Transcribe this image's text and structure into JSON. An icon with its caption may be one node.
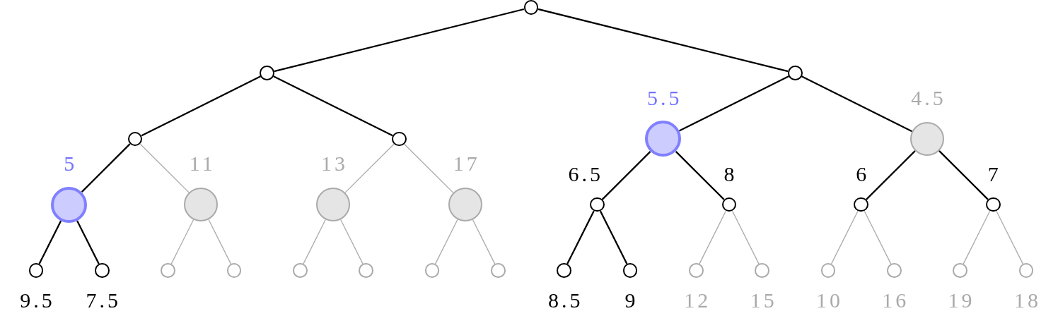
{
  "diagram": {
    "nodes": [
      {
        "text": [],
        "shape": "circle"
      },
      {
        "text": [],
        "shape": "circle"
      },
      {
        "text": [],
        "shape": "circle"
      },
      {
        "text": [],
        "shape": "circle"
      },
      {
        "text": [],
        "shape": "circle"
      },
      {
        "text": [],
        "shape": "circle",
        "beside": [
          "5.5"
        ]
      },
      {
        "text": [],
        "shape": "circle",
        "beside": [
          "4.5"
        ]
      },
      {
        "text": [],
        "shape": "circle",
        "beside": [
          "5"
        ]
      },
      {
        "text": [],
        "shape": "circle",
        "beside": [
          "11"
        ]
      },
      {
        "text": [],
        "shape": "circle",
        "beside": [
          "13"
        ]
      },
      {
        "text": [],
        "shape": "circle",
        "beside": [
          "17"
        ]
      },
      {
        "text": [],
        "shape": "circle",
        "beside": [
          "6.5"
        ]
      },
      {
        "text": [],
        "shape": "circle",
        "beside": [
          "8"
        ]
      },
      {
        "text": [],
        "shape": "circle",
        "beside": [
          "6"
        ]
      },
      {
        "text": [],
        "shape": "circle",
        "beside": [
          "7"
        ]
      },
      {
        "text": [],
        "shape": "circle",
        "beside": [
          "9.5"
        ]
      },
      {
        "text": [],
        "shape": "circle",
        "beside": [
          "7.5"
        ]
      },
      {
        "text": [],
        "shape": "circle"
      },
      {
        "text": [],
        "shape": "circle"
      },
      {
        "text": [],
        "shape": "circle"
      },
      {
        "text": [],
        "shape": "circle"
      },
      {
        "text": [],
        "shape": "circle"
      },
      {
        "text": [],
        "shape": "circle"
      },
      {
        "text": [],
        "shape": "circle",
        "beside": [
          "8.5"
        ]
      },
      {
        "text": [],
        "shape": "circle",
        "beside": [
          "9"
        ]
      },
      {
        "text": [],
        "shape": "circle",
        "beside": [
          "12"
        ]
      },
      {
        "text": [],
        "shape": "circle",
        "beside": [
          "15"
        ]
      },
      {
        "text": [],
        "shape": "circle",
        "beside": [
          "10"
        ]
      },
      {
        "text": [],
        "shape": "circle",
        "beside": [
          "16"
        ]
      },
      {
        "text": [],
        "shape": "circle",
        "beside": [
          "19"
        ]
      },
      {
        "text": [],
        "shape": "circle",
        "beside": [
          "18"
        ]
      }
    ],
    "edges": [
      {
        "from": 0,
        "to": 1,
        "arrow": "none"
      },
      {
        "from": 0,
        "to": 2,
        "arrow": "none"
      },
      {
        "from": 1,
        "to": 3,
        "arrow": "none"
      },
      {
        "from": 1,
        "to": 4,
        "arrow": "none"
      },
      {
        "from": 2,
        "to": 5,
        "arrow": "none"
      },
      {
        "from": 2,
        "to": 6,
        "arrow": "none"
      },
      {
        "from": 3,
        "to": 7,
        "arrow": "none"
      },
      {
        "from": 3,
        "to": 8,
        "arrow": "none",
        "color": "#aaaaaa"
      },
      {
        "from": 4,
        "to": 9,
        "arrow": "none",
        "color": "#aaaaaa"
      },
      {
        "from": 4,
        "to": 10,
        "arrow": "none",
        "color": "#aaaaaa"
      },
      {
        "from": 5,
        "to": 11,
        "arrow": "none"
      },
      {
        "from": 5,
        "to": 12,
        "arrow": "none"
      },
      {
        "from": 6,
        "to": 13,
        "arrow": "none"
      },
      {
        "from": 6,
        "to": 14,
        "arrow": "none"
      },
      {
        "from": 7,
        "to": 15,
        "arrow": "none"
      },
      {
        "from": 7,
        "to": 16,
        "arrow": "none"
      },
      {
        "from": 8,
        "to": 17,
        "arrow": "none",
        "color": "#aaaaaa"
      },
      {
        "from": 8,
        "to": 18,
        "arrow": "none",
        "color": "#aaaaaa"
      },
      {
        "from": 9,
        "to": 19,
        "arrow": "none",
        "color": "#aaaaaa"
      },
      {
        "from": 9,
        "to": 20,
        "arrow": "none",
        "color": "#aaaaaa"
      },
      {
        "from": 10,
        "to": 21,
        "arrow": "none",
        "color": "#aaaaaa"
      },
      {
        "from": 10,
        "to": 22,
        "arrow": "none",
        "color": "#aaaaaa"
      },
      {
        "from": 11,
        "to": 23,
        "arrow": "none"
      },
      {
        "from": 11,
        "to": 24,
        "arrow": "none"
      },
      {
        "from": 12,
        "to": 25,
        "arrow": "none",
        "color": "#aaaaaa"
      },
      {
        "from": 12,
        "to": 26,
        "arrow": "none",
        "color": "#aaaaaa"
      },
      {
        "from": 13,
        "to": 27,
        "arrow": "none",
        "color": "#aaaaaa"
      },
      {
        "from": 13,
        "to": 28,
        "arrow": "none",
        "color": "#aaaaaa"
      },
      {
        "from": 14,
        "to": 29,
        "arrow": "none",
        "color": "#aaaaaa"
      },
      {
        "from": 14,
        "to": 30,
        "arrow": "none",
        "color": "#aaaaaa"
      }
    ]
  }
}
